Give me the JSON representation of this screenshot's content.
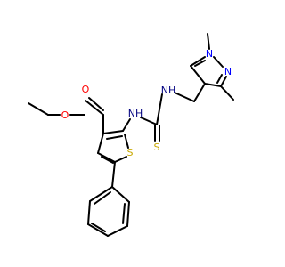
{
  "diagram": {
    "type": "chemical-structure",
    "colors": {
      "bond": "#000000",
      "background": "#ffffff",
      "oxygen": "#ff0000",
      "nitrogen": "#0000ff",
      "sulfur": "#c8a800",
      "nh": "#000080"
    },
    "atom_labels": {
      "o_carbonyl": "O",
      "o_ester": "O",
      "s_thiophene": "S",
      "nh_left": "NH",
      "nh_right": "NH",
      "s_thione": "S",
      "n_pyrazole_1": "N",
      "n_pyrazole_2": "N"
    }
  }
}
